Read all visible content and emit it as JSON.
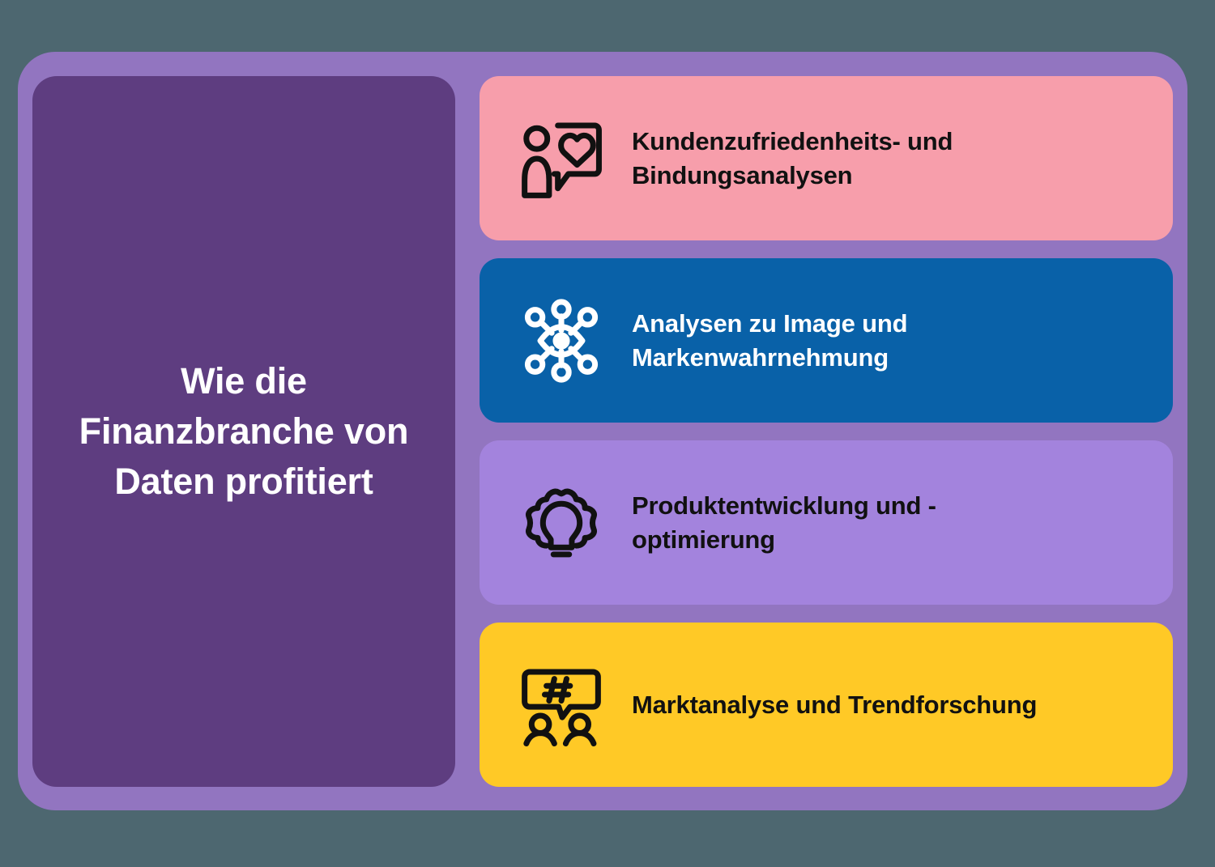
{
  "theme": {
    "page_background": "#4d6770",
    "frame_color": "#9275c0",
    "title_panel_color": "#5e3d80",
    "title_text_color": "#ffffff"
  },
  "title_panel": {
    "heading": "Wie die\nFinanzbranche von\nDaten profitiert"
  },
  "cards": [
    {
      "label": "Kundenzufriedenheits- und\nBindungsanalysen",
      "background": "#f79eab",
      "text_color": "#111111",
      "icon": "person-heart-speech-bubble-icon"
    },
    {
      "label": "Analysen zu Image und\nMarkenwahrnehmung",
      "background": "#0961a8",
      "text_color": "#ffffff",
      "icon": "eye-network-nodes-icon"
    },
    {
      "label": "Produktentwicklung und -\noptimierung",
      "background": "#a383dd",
      "text_color": "#111111",
      "icon": "lightbulb-gear-icon"
    },
    {
      "label": "Marktanalyse und Trendforschung",
      "background": "#ffc926",
      "text_color": "#111111",
      "icon": "hashtag-speech-bubble-two-people-icon"
    }
  ]
}
